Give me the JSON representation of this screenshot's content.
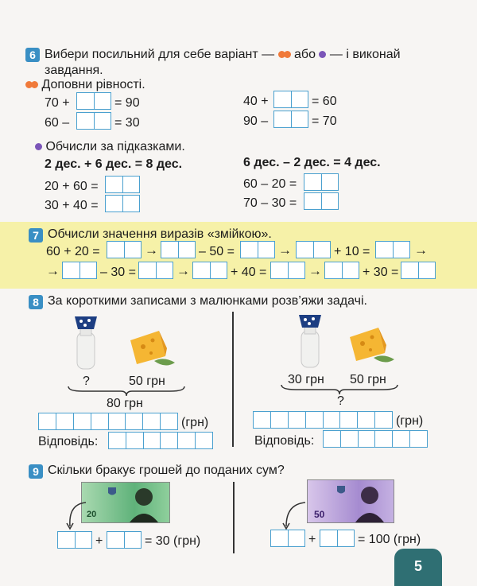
{
  "task6": {
    "number": "6",
    "intro_a": "Вибери посильний для себе варіант —",
    "intro_or": "або",
    "intro_b": "— і виконай",
    "intro_c": "завдання.",
    "part1_title": "Доповни рівності.",
    "eq1_a": "70 +",
    "eq1_b": "= 90",
    "eq2_a": "60 –",
    "eq2_b": "= 30",
    "eq3_a": "40 +",
    "eq3_b": "= 60",
    "eq4_a": "90 –",
    "eq4_b": "= 70",
    "part2_title": "Обчисли за підказками.",
    "hint1": "2 дес. + 6 дес. = 8 дес.",
    "hint2": "6 дес. – 2 дес. = 4 дес.",
    "calc1": "20 + 60 =",
    "calc2": "30 + 40 =",
    "calc3": "60 – 20 =",
    "calc4": "70 – 30 ="
  },
  "task7": {
    "number": "7",
    "title": "Обчисли значення виразів «змійкою».",
    "row1_start": "60 + 20 =",
    "row1_op1": "– 50 =",
    "row1_op2": "+ 10 =",
    "row2_op1": "– 30 =",
    "row2_op2": "+ 40 =",
    "row2_op3": "+ 30 ="
  },
  "task8": {
    "number": "8",
    "title": "За короткими записами з малюнками розв’яжи задачі.",
    "left": {
      "label_milk": "?",
      "label_cheese": "50 грн",
      "total": "80 грн",
      "unit": "(грн)",
      "answer": "Відповідь:"
    },
    "right": {
      "label_milk": "30 грн",
      "label_cheese": "50 грн",
      "total": "?",
      "unit": "(грн)",
      "answer": "Відповідь:"
    }
  },
  "task9": {
    "number": "9",
    "title": "Скільки бракує грошей до поданих сум?",
    "left": {
      "bill": "20",
      "plus": "+",
      "result": "= 30 (грн)"
    },
    "right": {
      "bill": "50",
      "plus": "+",
      "result": "= 100 (грн)"
    }
  },
  "page": {
    "number": "5"
  },
  "colors": {
    "accent": "#3a8fc4",
    "band": "#f6f1a8",
    "orange_dot": "#f07a3a",
    "purple_dot": "#7b55b8"
  }
}
